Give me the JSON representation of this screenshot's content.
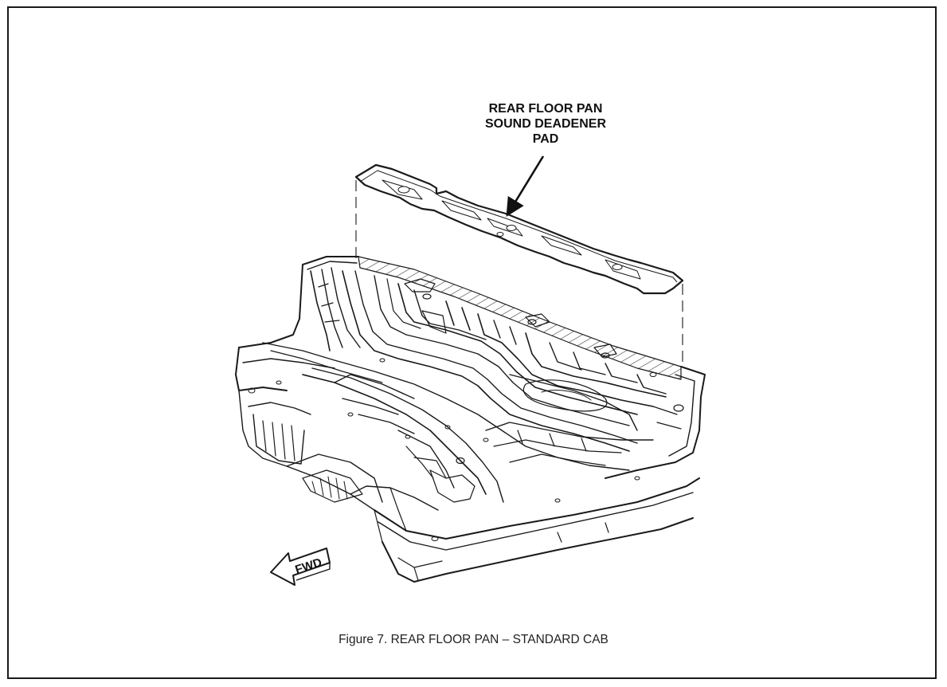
{
  "callout": {
    "lines": [
      "REAR FLOOR PAN",
      "SOUND DEADENER",
      "PAD"
    ]
  },
  "fwd_label": "FWD",
  "caption": "Figure 7.  REAR FLOOR PAN – STANDARD CAB",
  "colors": {
    "line": "#1a1a1a",
    "background": "#ffffff"
  },
  "icons": [
    "forward-direction-arrow-icon",
    "callout-arrow-icon"
  ]
}
